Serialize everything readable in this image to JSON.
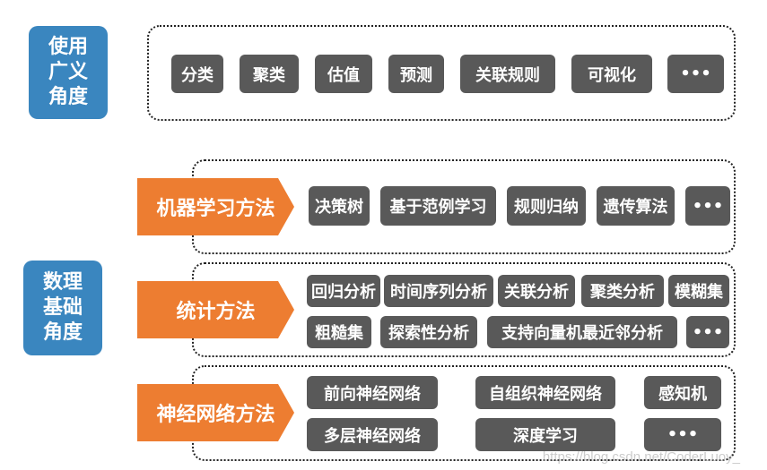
{
  "section1": {
    "label_lines": [
      "使用",
      "广义",
      "角度"
    ],
    "tags": [
      "分类",
      "聚类",
      "估值",
      "预测",
      "关联规则",
      "可视化",
      "•••"
    ]
  },
  "section2": {
    "label_lines": [
      "数理",
      "基础",
      "角度"
    ],
    "ml": {
      "label": "机器学习方法",
      "tags": [
        "决策树",
        "基于范例学习",
        "规则归纳",
        "遗传算法",
        "•••"
      ]
    },
    "stats": {
      "label": "统计方法",
      "row1": [
        "回归分析",
        "时间序列分析",
        "关联分析",
        "聚类分析",
        "模糊集"
      ],
      "row2": [
        "粗糙集",
        "探索性分析",
        "支持向量机最近邻分析",
        "•••"
      ]
    },
    "nn": {
      "label": "神经网络方法",
      "row1": [
        "前向神经网络",
        "自组织神经网络",
        "感知机"
      ],
      "row2": [
        "多层神经网络",
        "深度学习",
        "•••"
      ]
    }
  },
  "colors": {
    "blue": "#3a86bf",
    "orange": "#ed7d31",
    "tag": "#595959"
  },
  "watermark": "https://blog.csdn.net/CoderLuoy_"
}
